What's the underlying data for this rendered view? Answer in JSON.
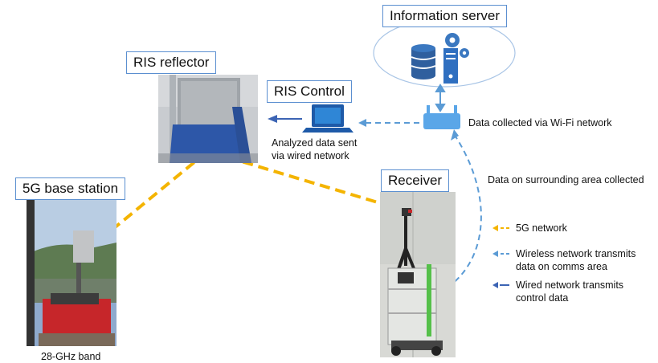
{
  "labels": {
    "info_server": "Information server",
    "ris_reflector": "RIS reflector",
    "ris_control": "RIS Control",
    "base_station": "5G base station",
    "receiver": "Receiver"
  },
  "annotations": {
    "wifi_collected": "Data collected via Wi-Fi network",
    "analyzed_line1": "Analyzed data sent",
    "analyzed_line2": "via wired network",
    "surrounding": "Data on surrounding area collected",
    "band": "28-GHz band"
  },
  "legend": [
    {
      "type": "5g",
      "line1": "5G network",
      "line2": "",
      "color": "#f4b400"
    },
    {
      "type": "wireless",
      "line1": "Wireless network transmits",
      "line2": "data on comms area",
      "color": "#5b9bd5"
    },
    {
      "type": "wired",
      "line1": "Wired network transmits",
      "line2": "control data",
      "color": "#3c64b4"
    }
  ],
  "icons": [
    "database-icon",
    "server-icon",
    "gear-icon",
    "laptop-icon",
    "wifi-router-icon"
  ]
}
